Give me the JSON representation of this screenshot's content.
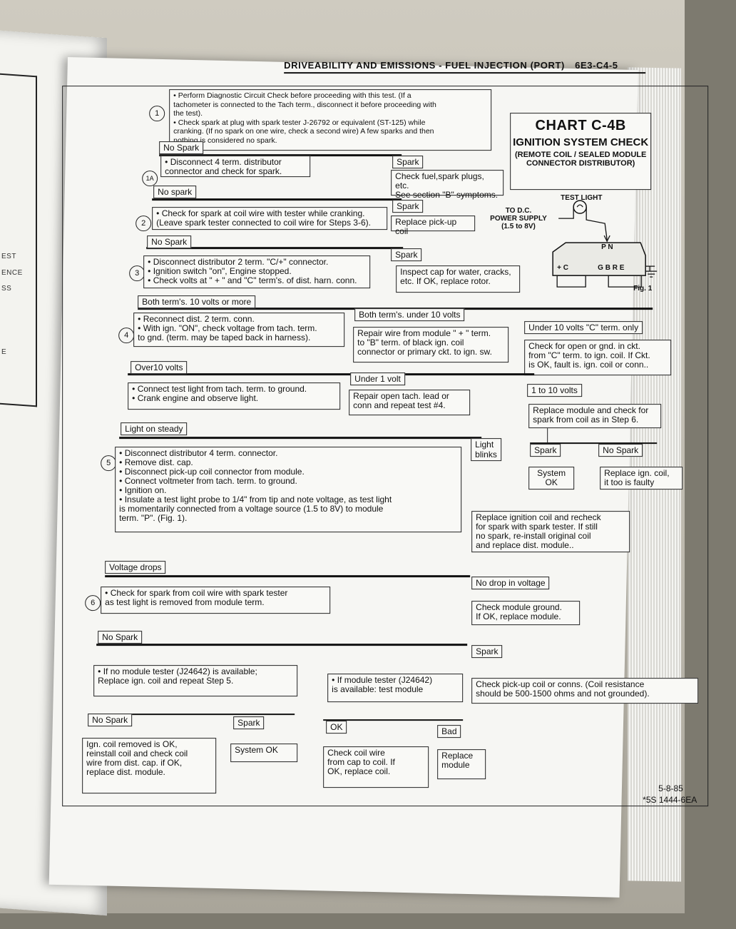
{
  "header": {
    "title": "DRIVEABILITY AND EMISSIONS - FUEL INJECTION (PORT)",
    "page_code": "6E3-C4-5"
  },
  "chart_title": {
    "chart": "CHART C-4B",
    "name": "IGNITION SYSTEM CHECK",
    "sub": "(REMOTE COIL / SEALED MODULE CONNECTOR DISTRIBUTOR)"
  },
  "figure": {
    "test_light": "TEST LIGHT",
    "power": "TO D.C.\nPOWER SUPPLY\n(1.5 to 8V)",
    "pn": "P N",
    "plus_c": "+ C",
    "gbre": "G B R E",
    "label": "Fig. 1"
  },
  "steps": {
    "s1": {
      "num": "1",
      "text": "• Perform Diagnostic Circuit Check before proceeding with this test. (If a\n  tachometer is connected to the Tach term., disconnect it before proceeding with\n  the test).\n• Check spark at plug with spark tester J-26792 or equivalent (ST-125) while\n  cranking. (If no spark on one wire, check a second wire)  A few sparks and then\n  nothing is considered no spark."
    },
    "s1a": {
      "num": "1A",
      "text": "• Disconnect 4 term. distributor\n  connector and check for spark."
    },
    "s2": {
      "num": "2",
      "text": "• Check for spark at coil wire with tester while cranking.\n  (Leave spark tester connected to coil wire for Steps 3-6)."
    },
    "s3": {
      "num": "3",
      "text": "• Disconnect distributor 2 term. \"C/+\" connector.\n• Ignition switch \"on\", Engine stopped.\n• Check volts at \" + \" and \"C\" term's. of dist. harn. conn."
    },
    "s4": {
      "num": "4",
      "text": "• Reconnect dist. 2 term. conn.\n• With ign. \"ON\", check voltage from tach. term.\n  to gnd. (term. may be taped back in harness)."
    },
    "s4b": {
      "text": "• Connect test light from tach. term. to ground.\n• Crank engine and observe light."
    },
    "s5": {
      "num": "5",
      "text": "• Disconnect distributor 4 term. connector.\n• Remove dist. cap.\n• Disconnect pick-up coil connector from module.\n• Connect voltmeter from tach. term. to ground.\n• Ignition on.\n• Insulate a test light probe to 1/4\" from tip and note voltage, as test light\n  is momentarily connected from a voltage source (1.5 to 8V) to module\n  term. \"P\". (Fig. 1)."
    },
    "s6": {
      "num": "6",
      "text": "• Check for spark from coil wire with spark tester\n  as test light is removed from module term."
    }
  },
  "labels": {
    "no_spark_1": "No Spark",
    "spark_1": "Spark",
    "no_spark_1a": "No spark",
    "spark_1a": "Spark",
    "no_spark_2": "No  Spark",
    "spark_2": "Spark",
    "both_10_more": "Both term's. 10 volts or more",
    "both_under_10": "Both term's. under 10 volts",
    "under_10_c": "Under 10 volts \"C\" term. only",
    "over_10": "Over10 volts",
    "under_1": "Under 1 volt",
    "one_to_ten": "1 to 10 volts",
    "light_steady": "Light on steady",
    "light_blinks": "Light\nblinks",
    "spark_r": "Spark",
    "no_spark_r": "No Spark",
    "voltage_drops": "Voltage drops",
    "no_drop": "No drop in voltage",
    "no_spark_6": "No Spark",
    "spark_6": "Spark",
    "no_spark_7": "No Spark",
    "spark_7": "Spark",
    "ok": "OK",
    "bad": "Bad"
  },
  "results": {
    "fuel": "Check fuel,spark plugs, etc.\nSee  section \"B\" symptoms.",
    "pickup": "Replace pick-up coil",
    "cap": "Inspect cap for water, cracks,\netc.  If OK, replace rotor.",
    "repair_b": "Repair wire from module \" + \" term.\nto \"B\" term. of black ign. coil\nconnector or primary ckt. to ign. sw.",
    "open_c": "Check for open or gnd. in ckt.\nfrom \"C\" term. to ign. coil.  If Ckt.\nis OK, fault is. ign. coil or conn..",
    "repair_tach": "Repair open tach. lead or\nconn and repeat test #4.",
    "replace_module": "Replace module and check for\nspark from coil as in Step 6.",
    "system_ok": "System\nOK",
    "replace_coil": "Replace ign. coil,\nit too is faulty",
    "replace_coil_recheck": "Replace ignition coil and recheck\nfor spark with spark tester.  If still\nno spark, re-install original coil\nand replace dist. module..",
    "module_ground": "Check module ground.\nIf OK, replace module.",
    "no_tester": "• If no module tester (J24642) is available;\n  Replace ign. coil and repeat Step 5.",
    "tester": "• If module tester (J24642)\n  is available: test module",
    "pickup_conns": "Check pick-up  coil or conns. (Coil resistance\nshould be 500-1500  ohms and not grounded).",
    "coil_removed": "Ign. coil removed is OK,\nreinstall coil and check coil\nwire from dist. cap.  if OK,\nreplace dist. module.",
    "system_ok2": "System OK",
    "check_coil_wire": "Check coil wire\nfrom cap to coil.  If\nOK, replace coil.",
    "replace_module2": "Replace\nmodule"
  },
  "footer": {
    "date": "5-8-85",
    "code": "*5S 1444-6EA"
  },
  "left_page": {
    "t1": "EST",
    "t2": "ENCE",
    "t3": "SS",
    "t4": "E"
  }
}
